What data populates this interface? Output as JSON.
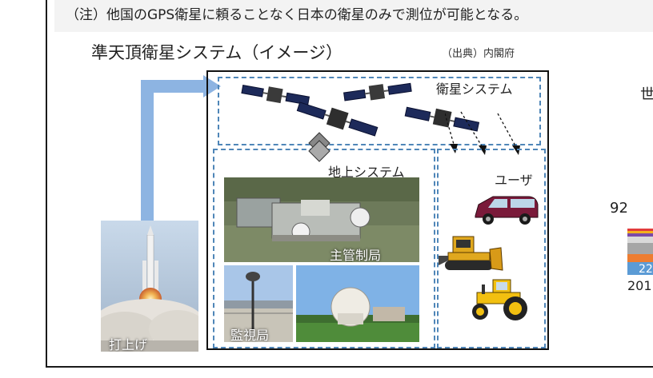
{
  "note": "（注）他国のGPS衛星に頼ることなく日本の衛星のみで測位が可能となる。",
  "title": "準天頂衛星システム（イメージ）",
  "source": "（出典）内閣府",
  "diagram": {
    "satellite_system_label": "衛星システム",
    "ground_system_label": "地上システム",
    "user_label": "ユーザ",
    "master_control_label": "主管制局",
    "monitor_station_label": "監視局",
    "launch_label": "打上げ"
  },
  "right_partial": {
    "heading_fragment": "世",
    "value": "92",
    "bar_label_fragment": "22",
    "year_fragment": "201"
  },
  "colors": {
    "dash_blue": "#4f86b8",
    "arrow_blue": "#8db4e2",
    "frame": "#111111"
  }
}
